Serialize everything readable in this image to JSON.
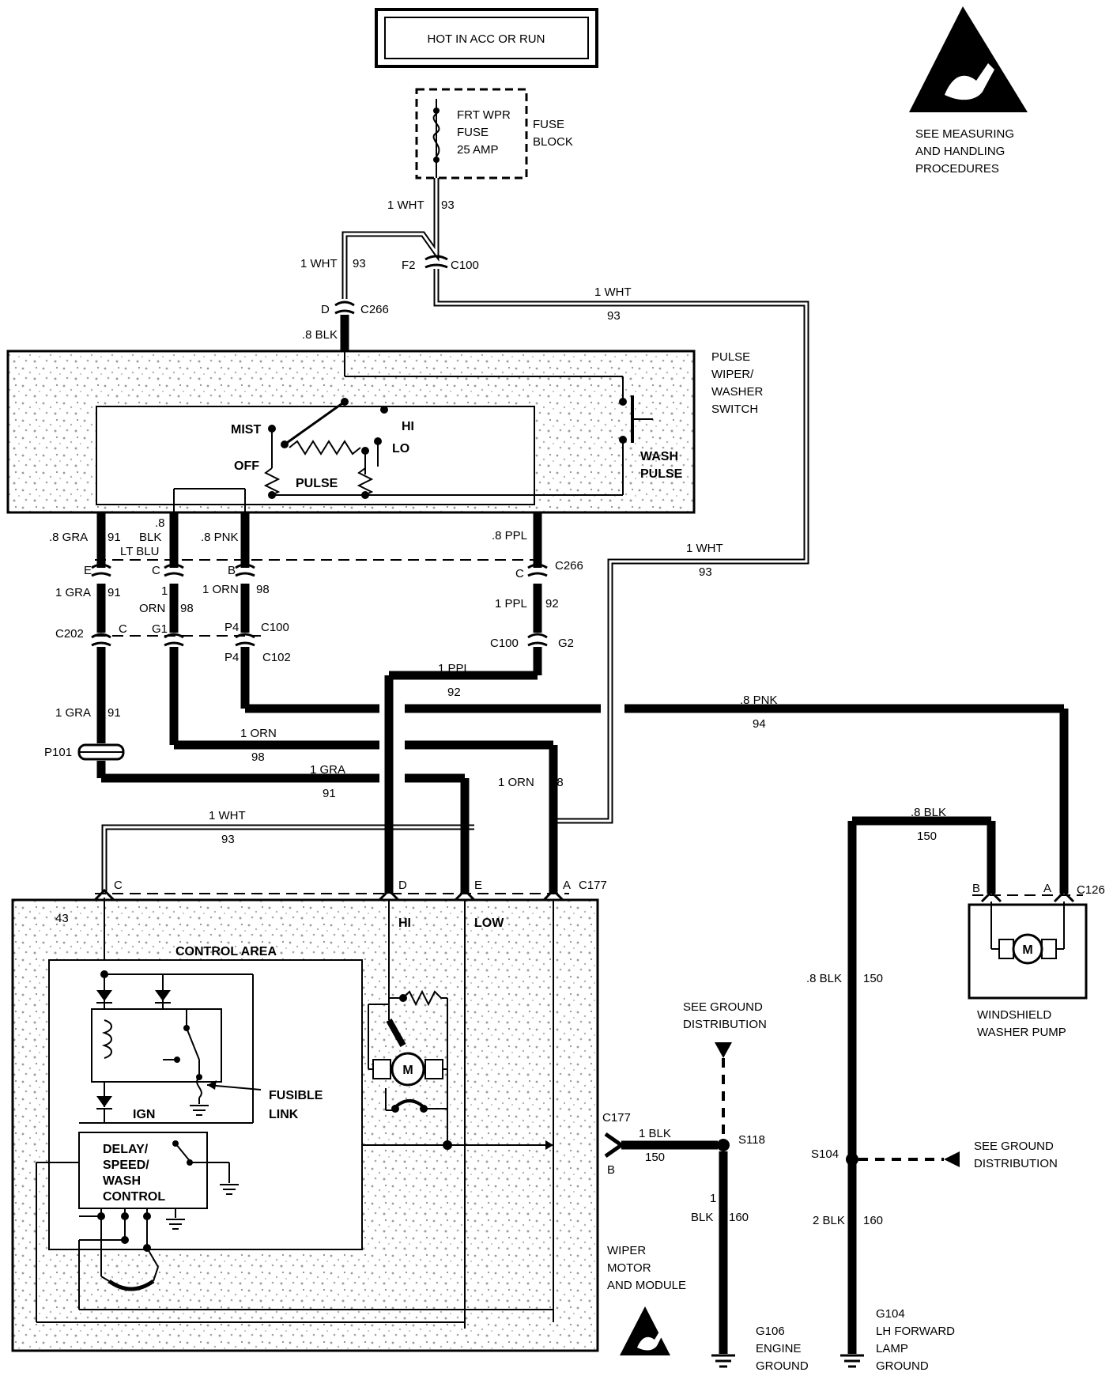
{
  "power_source": "HOT IN ACC OR RUN",
  "esd_note": [
    "SEE MEASURING",
    "AND HANDLING",
    "PROCEDURES"
  ],
  "fuse": {
    "label": [
      "FRT WPR",
      "FUSE",
      "25 AMP"
    ],
    "block": [
      "FUSE",
      "BLOCK"
    ]
  },
  "switch": {
    "title": [
      "PULSE",
      "WIPER/",
      "WASHER",
      "SWITCH"
    ],
    "positions": {
      "mist": "MIST",
      "off": "OFF",
      "pulse": "PULSE",
      "hi": "HI",
      "lo": "LO",
      "wash_pulse": [
        "WASH",
        "PULSE"
      ]
    }
  },
  "wires": {
    "w1": "1 WHT",
    "w1c": "93",
    "w2": "1 WHT",
    "w2c": "93",
    "w3": "1 WHT",
    "w3c": "93",
    "w4": "1 WHT",
    "w4c": "93",
    "w5": "1 WHT",
    "w5c": "93",
    "blk_c266": ".8 BLK",
    "gra_top": ".8 GRA",
    "gra_top_c": "91",
    "blk_top": [
      ".8",
      "BLK",
      "LT BLU"
    ],
    "pnk_top": ".8 PNK",
    "ppl_top": ".8 PPL",
    "gra_mid": "1 GRA",
    "gra_mid_c": "91",
    "orn_mid": [
      "1",
      "ORN"
    ],
    "orn_mid_c": "98",
    "orn_mid2": "1 ORN",
    "orn_mid2_c": "98",
    "ppl_mid": "1 PPL",
    "ppl_mid_c": "92",
    "gra_low": "1 GRA",
    "gra_low_c": "91",
    "ppl_low": "1 PPL",
    "ppl_low_c": "92",
    "pnk_low": ".8 PNK",
    "pnk_low_c": "94",
    "orn_low": "1 ORN",
    "orn_low_c": "98",
    "gra_bot": "1 GRA",
    "gra_bot_c": "91",
    "orn_bot": "1 ORN",
    "orn_bot_c": "98",
    "blk_pump": ".8 BLK",
    "blk_pump_c": "150",
    "blk_vert": ".8 BLK",
    "blk_vert_c": "150",
    "blk_s118": "1 BLK",
    "blk_s118_c": "150",
    "blk_g106": [
      "1",
      "BLK"
    ],
    "blk_g106_c": "160",
    "blk_g104": "2 BLK",
    "blk_g104_c": "160"
  },
  "connectors": {
    "c100": "C100",
    "f2": "F2",
    "c266": "C266",
    "c266_pin": "D",
    "c266b": "C266",
    "c266b_pin": "C",
    "pin_e": "E",
    "pin_c": "C",
    "pin_b": "B",
    "c202": "C202",
    "c202_pin": "C",
    "g1": "G1",
    "p4": "P4",
    "c100b": "C100",
    "p4b": "P4",
    "c102": "C102",
    "c100c": "C100",
    "g2": "G2",
    "p101": "P101",
    "c177": "C177",
    "c177_pins": [
      "C",
      "D",
      "E",
      "A"
    ],
    "c177b": "C177",
    "c177b_pin": "B",
    "c126": "C126",
    "c126_pins": [
      "B",
      "A"
    ],
    "s118": "S118",
    "s104": "S104"
  },
  "module": {
    "title": [
      "WIPER",
      "MOTOR",
      "AND MODULE"
    ],
    "control_area": "CONTROL AREA",
    "ign": "IGN",
    "delay": [
      "DELAY/",
      "SPEED/",
      "WASH",
      "CONTROL"
    ],
    "fusible": [
      "FUSIBLE",
      "LINK"
    ],
    "pin43": "43",
    "hi": "HI",
    "low": "LOW",
    "motor": "M"
  },
  "pump": {
    "title": [
      "WINDSHIELD",
      "WASHER PUMP"
    ],
    "motor": "M"
  },
  "grounds": {
    "see_ground_1": [
      "SEE GROUND",
      "DISTRIBUTION"
    ],
    "see_ground_2": [
      "SEE GROUND",
      "DISTRIBUTION"
    ],
    "g106": [
      "G106",
      "ENGINE",
      "GROUND"
    ],
    "g104": [
      "G104",
      "LH FORWARD",
      "LAMP",
      "GROUND"
    ]
  }
}
